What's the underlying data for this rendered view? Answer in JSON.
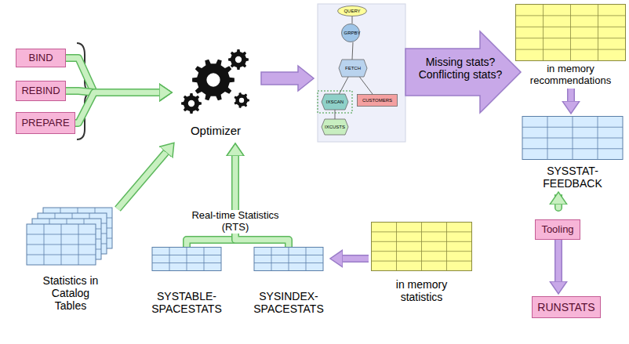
{
  "diagram": {
    "nodes": [
      {
        "text": [
          "BIND"
        ]
      },
      {
        "text": [
          "REBIND"
        ]
      },
      {
        "text": [
          "PREPARE"
        ]
      },
      {
        "text": [
          "Optimizer"
        ]
      },
      {
        "text": [
          "QUERY"
        ]
      },
      {
        "text": [
          "GRPBY"
        ]
      },
      {
        "text": [
          "FETCH"
        ]
      },
      {
        "text": [
          "IXSCAN"
        ]
      },
      {
        "text": [
          "CUSTOMERS"
        ]
      },
      {
        "text": [
          "IXCUSTS"
        ]
      },
      {
        "text": [
          "in memory recommendations"
        ]
      },
      {
        "text": [
          "SYSSTAT-FEEDBACK"
        ]
      },
      {
        "text": [
          "Tooling"
        ]
      },
      {
        "text": [
          "RUNSTATS"
        ]
      },
      {
        "text": [
          "Statistics in Catalog Tables"
        ]
      },
      {
        "text": [
          "SYSTABLE-SPACESTATS"
        ]
      },
      {
        "text": [
          "SYSINDEX-SPACESTATS"
        ]
      },
      {
        "text": [
          "in memory statistics"
        ]
      }
    ],
    "edges": [
      {
        "from": 0,
        "to": 3,
        "arrow": "to"
      },
      {
        "from": 1,
        "to": 3,
        "arrow": "to"
      },
      {
        "from": 2,
        "to": 3,
        "arrow": "to"
      },
      {
        "from": 14,
        "to": 3,
        "arrow": "to"
      },
      {
        "from": 15,
        "to": 3,
        "arrow": "to"
      },
      {
        "from": 16,
        "to": 3,
        "arrow": "to"
      },
      {
        "from": 5,
        "to": 4,
        "arrow": "none"
      },
      {
        "from": 6,
        "to": 5,
        "arrow": "none"
      },
      {
        "from": 7,
        "to": 6,
        "arrow": "none"
      },
      {
        "from": 8,
        "to": 6,
        "arrow": "none"
      },
      {
        "from": 9,
        "to": 7,
        "arrow": "none"
      },
      {
        "from": 10,
        "to": 11,
        "arrow": "to"
      },
      {
        "from": 11,
        "to": 12,
        "arrow": "to"
      },
      {
        "from": 12,
        "to": 13,
        "arrow": "to"
      },
      {
        "from": 17,
        "to": 16,
        "arrow": "to"
      }
    ],
    "labels": [
      "Missing stats? Conflicting stats?",
      "Real-time Statistics (RTS)"
    ]
  }
}
